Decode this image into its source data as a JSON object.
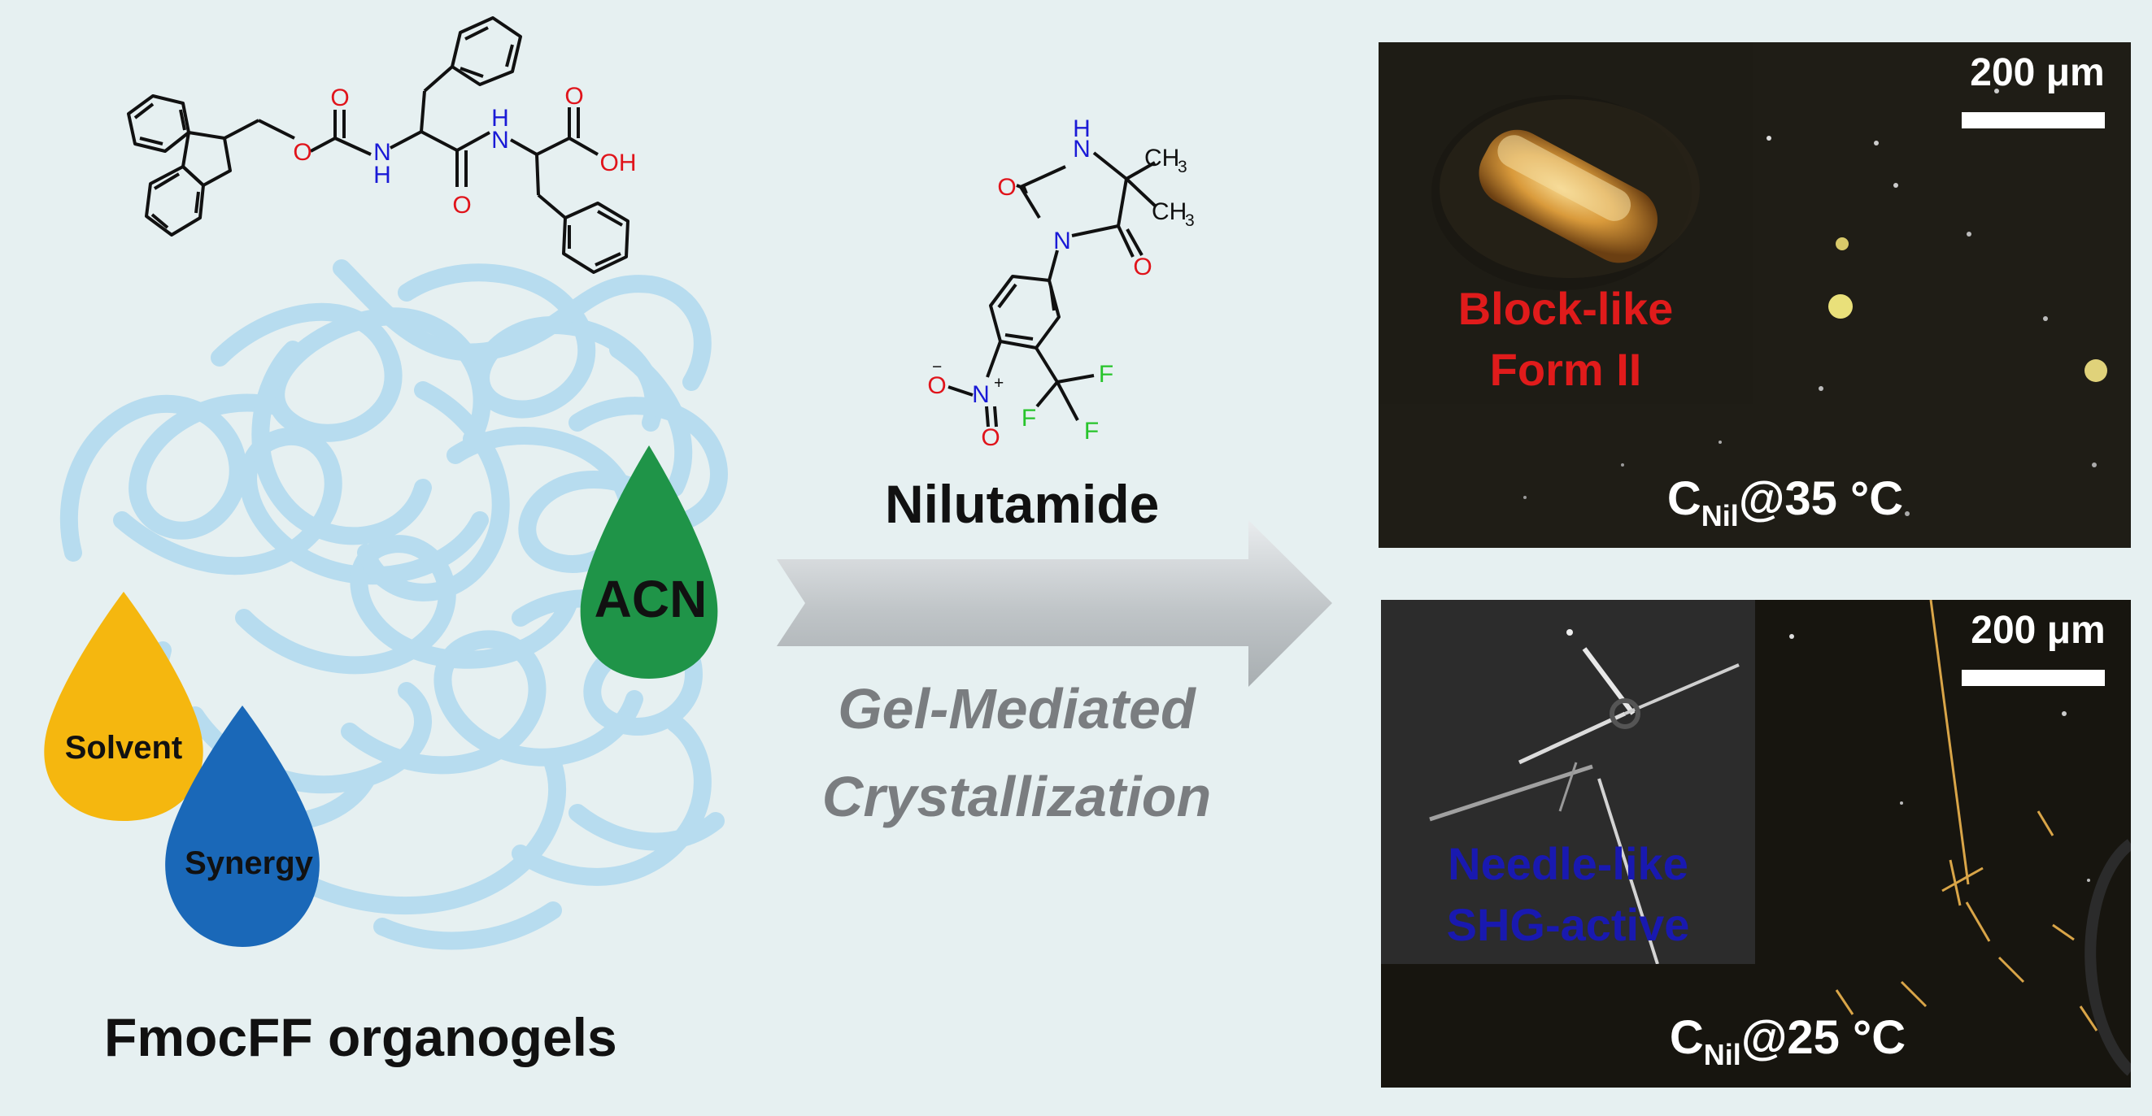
{
  "molecules": {
    "fmocff": {
      "atoms": {
        "O": "O",
        "N": "N",
        "H": "H",
        "OH": "OH"
      }
    },
    "nilutamide": {
      "name": "Nilutamide",
      "atoms": {
        "O": "O",
        "N": "N",
        "H": "H",
        "F": "F",
        "CH": "CH",
        "three": "3",
        "plus": "+",
        "minus": "−"
      }
    }
  },
  "gel": {
    "caption": "FmocFF organogels",
    "drops": {
      "acn": {
        "label": "ACN",
        "color": "#1f9448"
      },
      "solvent": {
        "label": "Solvent",
        "color": "#f5b70f"
      },
      "synergy": {
        "label": "Synergy",
        "color": "#1a68b8"
      }
    },
    "fiber_color": "#b7dcef"
  },
  "arrow": {
    "line1": "Gel-Mediated",
    "line2": "Crystallization"
  },
  "micrographs": {
    "top": {
      "scale_label": "200 μm",
      "inset_label_line1": "Block-like",
      "inset_label_line2": "Form II",
      "inset_label_color": "#e01b1b",
      "condition_prefix": "C",
      "condition_sub": "Nil",
      "condition_suffix": "@35 °C"
    },
    "bottom": {
      "scale_label": "200 μm",
      "inset_label_line1": "Needle-like",
      "inset_label_line2": "SHG-active",
      "inset_label_color": "#1919b0",
      "condition_prefix": "C",
      "condition_sub": "Nil",
      "condition_suffix": "@25 °C"
    }
  }
}
